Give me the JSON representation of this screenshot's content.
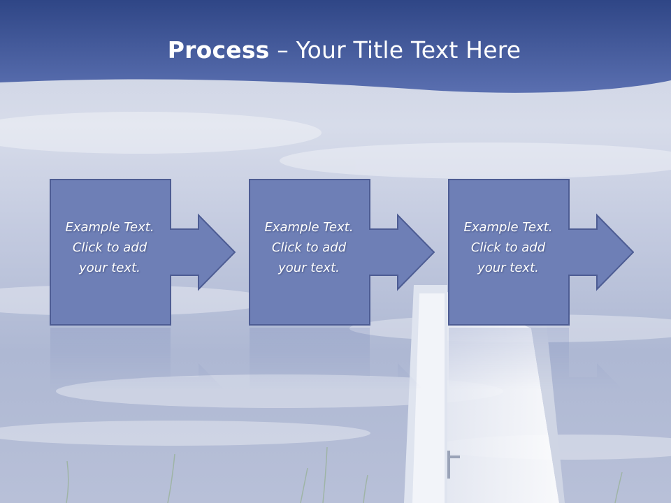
{
  "title": {
    "bold": "Process",
    "rest": " – Your Title Text Here"
  },
  "steps": [
    {
      "line1": "Example Text.",
      "line2": "Click  to add",
      "line3": "your text."
    },
    {
      "line1": "Example Text.",
      "line2": "Click  to add",
      "line3": "your text."
    },
    {
      "line1": "Example Text.",
      "line2": "Click  to add",
      "line3": "your text."
    }
  ],
  "colors": {
    "header": "#4a5fa0",
    "shape_fill": "#6e7fb6",
    "shape_stroke": "#4d5c93"
  }
}
